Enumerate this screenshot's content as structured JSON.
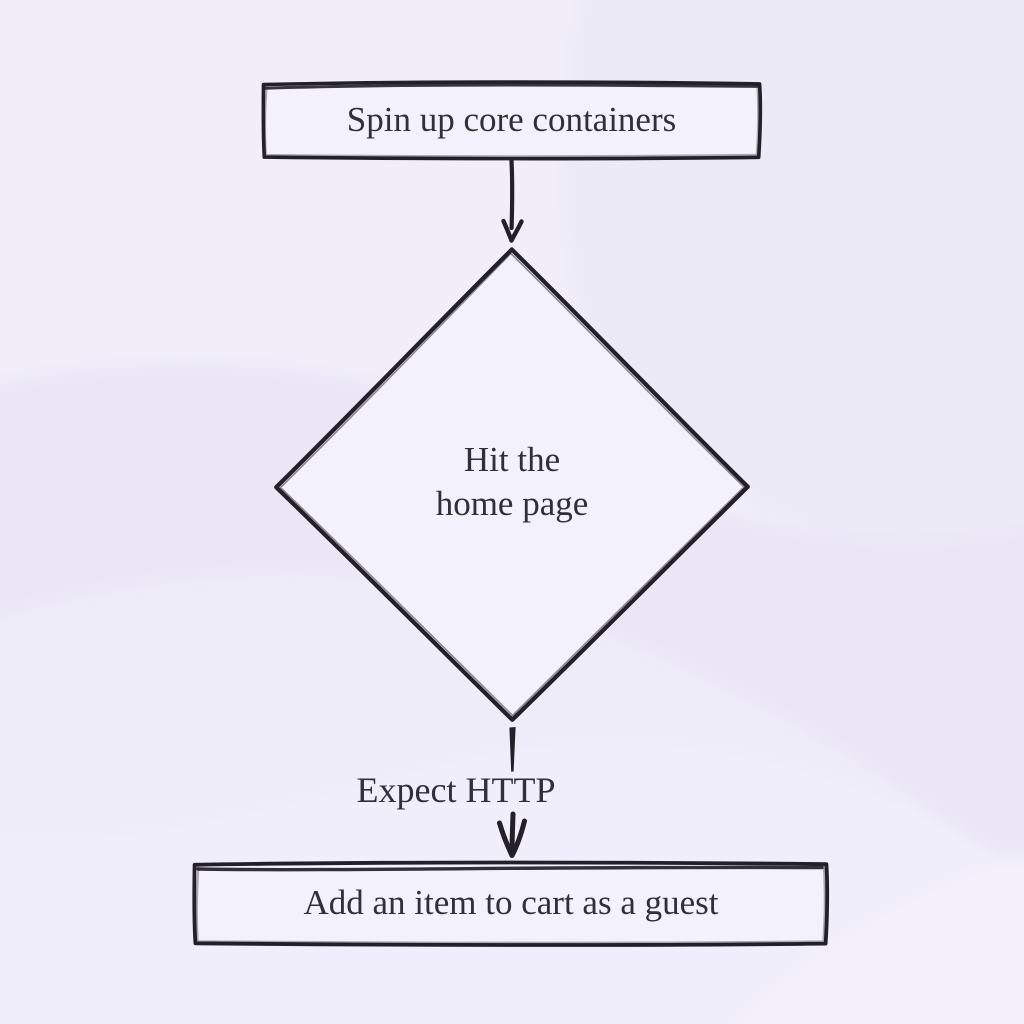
{
  "diagram": {
    "type": "flowchart",
    "direction": "top-down",
    "style": "hand-drawn",
    "nodes": [
      {
        "id": "start",
        "shape": "rectangle",
        "label": "Spin up core containers"
      },
      {
        "id": "decision",
        "shape": "diamond",
        "label": "Hit the\nhome page"
      },
      {
        "id": "end",
        "shape": "rectangle",
        "label": "Add an item to cart as a guest"
      }
    ],
    "edges": [
      {
        "id": "start-to-decision",
        "from": "start",
        "to": "decision",
        "label": ""
      },
      {
        "id": "decision-to-end",
        "from": "decision",
        "to": "end",
        "label": "Expect HTTP"
      }
    ]
  },
  "palette": {
    "background": "#f1eefa",
    "wave_shade_dark": "#eae6f6",
    "wave_shade_light": "#f2effc",
    "shape_fill": "#f3f1fc",
    "line_color": "#232029",
    "text_color": "#312f3a"
  }
}
